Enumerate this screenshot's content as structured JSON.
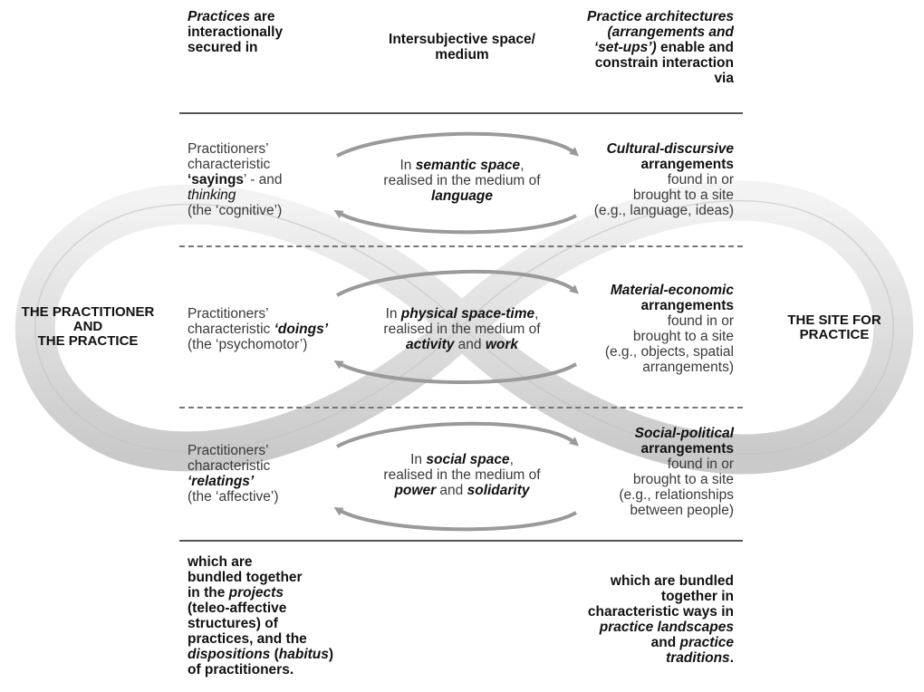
{
  "header": {
    "left": [
      [
        {
          "t": "Practices",
          "i": true
        },
        {
          "t": " are"
        }
      ],
      [
        {
          "t": "interactionally"
        }
      ],
      [
        {
          "t": "secured in"
        }
      ]
    ],
    "middle": [
      [
        {
          "t": "Intersubjective space/"
        }
      ],
      [
        {
          "t": "medium"
        }
      ]
    ],
    "right": [
      [
        {
          "t": "Practice architectures",
          "i": true
        }
      ],
      [
        {
          "t": "(arrangements and",
          "i": true
        }
      ],
      [
        {
          "t": "‘set-ups’)",
          "i": true
        },
        {
          "t": " enable and"
        }
      ],
      [
        {
          "t": "constrain interaction"
        }
      ],
      [
        {
          "t": "via"
        }
      ]
    ]
  },
  "side_labels": {
    "left": [
      "THE PRACTITIONER",
      "AND",
      "THE PRACTICE"
    ],
    "right": [
      "THE SITE FOR",
      "PRACTICE"
    ]
  },
  "rows": [
    {
      "left": [
        [
          {
            "t": "Practitioners’"
          }
        ],
        [
          {
            "t": "characteristic"
          }
        ],
        [
          {
            "t": "‘sayings",
            "b": true
          },
          {
            "t": "’ - and"
          }
        ],
        [
          {
            "t": "thinking",
            "i": true
          }
        ],
        [
          {
            "t": "(the ‘cognitive’)"
          }
        ]
      ],
      "middle": [
        [
          {
            "t": "In "
          },
          {
            "t": "semantic space",
            "b": true,
            "i": true
          },
          {
            "t": ","
          }
        ],
        [
          {
            "t": "realised in the medium of"
          }
        ],
        [
          {
            "t": "language",
            "b": true,
            "i": true
          }
        ]
      ],
      "right": [
        [
          {
            "t": "Cultural-discursive",
            "b": true,
            "i": true
          }
        ],
        [
          {
            "t": "arrangements",
            "b": true
          }
        ],
        [
          {
            "t": "found in or"
          }
        ],
        [
          {
            "t": "brought to a site"
          }
        ],
        [
          {
            "t": "(e.g., language, ideas)"
          }
        ]
      ]
    },
    {
      "left": [
        [
          {
            "t": "Practitioners’"
          }
        ],
        [
          {
            "t": "characteristic "
          },
          {
            "t": "‘doings’",
            "b": true,
            "i": true
          }
        ],
        [
          {
            "t": "(the ‘psychomotor’)"
          }
        ]
      ],
      "middle": [
        [
          {
            "t": "In "
          },
          {
            "t": "physical space-time",
            "b": true,
            "i": true
          },
          {
            "t": ","
          }
        ],
        [
          {
            "t": "realised in the medium of"
          }
        ],
        [
          {
            "t": "activity",
            "b": true,
            "i": true
          },
          {
            "t": " and "
          },
          {
            "t": "work",
            "b": true,
            "i": true
          }
        ]
      ],
      "right": [
        [
          {
            "t": "Material-economic",
            "b": true,
            "i": true
          }
        ],
        [
          {
            "t": "arrangements",
            "b": true
          }
        ],
        [
          {
            "t": "found in or"
          }
        ],
        [
          {
            "t": "brought to a site"
          }
        ],
        [
          {
            "t": "(e.g., objects, spatial"
          }
        ],
        [
          {
            "t": "arrangements)"
          }
        ]
      ]
    },
    {
      "left": [
        [
          {
            "t": "Practitioners’"
          }
        ],
        [
          {
            "t": "characteristic"
          }
        ],
        [
          {
            "t": "‘relatings’",
            "b": true,
            "i": true
          }
        ],
        [
          {
            "t": "(the ‘affective’)"
          }
        ]
      ],
      "middle": [
        [
          {
            "t": "In "
          },
          {
            "t": "social space",
            "b": true,
            "i": true
          },
          {
            "t": ","
          }
        ],
        [
          {
            "t": "realised in the medium of"
          }
        ],
        [
          {
            "t": "power",
            "b": true,
            "i": true
          },
          {
            "t": " and "
          },
          {
            "t": "solidarity",
            "b": true,
            "i": true
          }
        ]
      ],
      "right": [
        [
          {
            "t": "Social-political",
            "b": true,
            "i": true
          }
        ],
        [
          {
            "t": "arrangements",
            "b": true
          }
        ],
        [
          {
            "t": "found in or"
          }
        ],
        [
          {
            "t": "brought to a site"
          }
        ],
        [
          {
            "t": "(e.g., relationships"
          }
        ],
        [
          {
            "t": "between people)"
          }
        ]
      ]
    }
  ],
  "footer": {
    "left": [
      [
        {
          "t": "which are"
        }
      ],
      [
        {
          "t": "bundled together"
        }
      ],
      [
        {
          "t": "in the "
        },
        {
          "t": "projects",
          "i": true
        }
      ],
      [
        {
          "t": "(teleo-affective"
        }
      ],
      [
        {
          "t": "structures) of"
        }
      ],
      [
        {
          "t": "practices, and the"
        }
      ],
      [
        {
          "t": "dispositions",
          "i": true
        },
        {
          "t": " ("
        },
        {
          "t": "habitus",
          "i": true
        },
        {
          "t": ")"
        }
      ],
      [
        {
          "t": "of practitioners."
        }
      ]
    ],
    "right": [
      [
        {
          "t": "which are bundled"
        }
      ],
      [
        {
          "t": "together in"
        }
      ],
      [
        {
          "t": "characteristic ways in"
        }
      ],
      [
        {
          "t": "practice landscapes",
          "i": true
        }
      ],
      [
        {
          "t": "and "
        },
        {
          "t": "practice",
          "i": true
        }
      ],
      [
        {
          "t": "traditions",
          "i": true
        },
        {
          "t": "."
        }
      ]
    ]
  }
}
